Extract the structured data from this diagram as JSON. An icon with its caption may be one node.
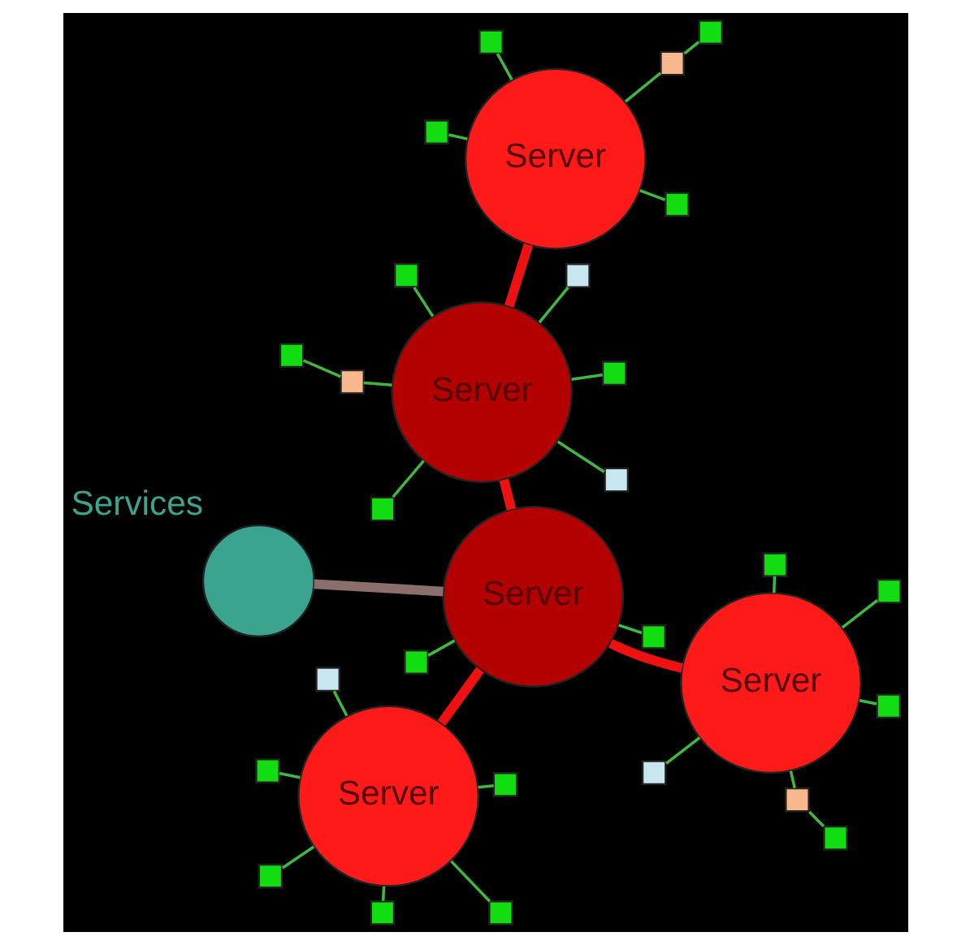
{
  "diagram": {
    "nodes": [
      {
        "text": [],
        "shape": "circle",
        "beside": [
          "Services"
        ]
      },
      {
        "text": [
          "Server"
        ]
      },
      {
        "text": [],
        "shape": "box"
      },
      {
        "text": [],
        "shape": "box"
      },
      {
        "text": [
          "Server"
        ]
      },
      {
        "text": [],
        "shape": "box"
      },
      {
        "text": [],
        "shape": "box"
      },
      {
        "text": [],
        "shape": "box"
      },
      {
        "text": [],
        "shape": "box"
      },
      {
        "text": [],
        "shape": "box"
      },
      {
        "text": [],
        "shape": "box"
      },
      {
        "text": [
          "Server"
        ]
      },
      {
        "text": [],
        "shape": "box"
      },
      {
        "text": [],
        "shape": "box"
      },
      {
        "text": [],
        "shape": "box"
      },
      {
        "text": [],
        "shape": "box"
      },
      {
        "text": [],
        "shape": "box"
      },
      {
        "text": [],
        "shape": "box"
      },
      {
        "text": [
          "Server"
        ]
      },
      {
        "text": [],
        "shape": "box"
      },
      {
        "text": [],
        "shape": "box"
      },
      {
        "text": [],
        "shape": "box"
      },
      {
        "text": [],
        "shape": "box"
      },
      {
        "text": [],
        "shape": "box"
      },
      {
        "text": [],
        "shape": "box"
      },
      {
        "text": [],
        "shape": "box"
      },
      {
        "text": [
          "Server"
        ]
      },
      {
        "text": [],
        "shape": "box"
      },
      {
        "text": [],
        "shape": "box"
      },
      {
        "text": [],
        "shape": "box"
      },
      {
        "text": [],
        "shape": "box"
      },
      {
        "text": [],
        "shape": "box"
      }
    ],
    "edges": [
      {
        "from": 0,
        "to": 1,
        "arrow": "none",
        "style": "thick",
        "color": "#8c6f6a"
      },
      {
        "from": 1,
        "to": 2,
        "arrow": "none"
      },
      {
        "from": 1,
        "to": 3,
        "arrow": "none"
      },
      {
        "from": 1,
        "to": 4,
        "arrow": "none",
        "style": "thick",
        "color": "#ee1111"
      },
      {
        "from": 1,
        "to": 11,
        "arrow": "none",
        "style": "thick",
        "color": "#ee1111"
      },
      {
        "from": 1,
        "to": 18,
        "arrow": "none",
        "style": "thick",
        "color": "#ee1111"
      },
      {
        "from": 4,
        "to": 5,
        "arrow": "none"
      },
      {
        "from": 4,
        "to": 6,
        "arrow": "none"
      },
      {
        "from": 4,
        "to": 7,
        "arrow": "none"
      },
      {
        "from": 4,
        "to": 8,
        "arrow": "none"
      },
      {
        "from": 4,
        "to": 9,
        "arrow": "none"
      },
      {
        "from": 4,
        "to": 10,
        "arrow": "none"
      },
      {
        "from": 11,
        "to": 12,
        "arrow": "none"
      },
      {
        "from": 11,
        "to": 13,
        "arrow": "none"
      },
      {
        "from": 11,
        "to": 14,
        "arrow": "none"
      },
      {
        "from": 11,
        "to": 15,
        "arrow": "none"
      },
      {
        "from": 11,
        "to": 16,
        "arrow": "none"
      },
      {
        "from": 16,
        "to": 17,
        "arrow": "none"
      },
      {
        "from": 18,
        "to": 19,
        "arrow": "none"
      },
      {
        "from": 18,
        "to": 20,
        "arrow": "none"
      },
      {
        "from": 20,
        "to": 21,
        "arrow": "none"
      },
      {
        "from": 18,
        "to": 22,
        "arrow": "none"
      },
      {
        "from": 18,
        "to": 23,
        "arrow": "none"
      },
      {
        "from": 18,
        "to": 24,
        "arrow": "none"
      },
      {
        "from": 18,
        "to": 25,
        "arrow": "none"
      },
      {
        "from": 18,
        "to": 26,
        "arrow": "none",
        "style": "thick",
        "color": "#ee1111"
      },
      {
        "from": 26,
        "to": 27,
        "arrow": "none"
      },
      {
        "from": 26,
        "to": 28,
        "arrow": "none"
      },
      {
        "from": 28,
        "to": 29,
        "arrow": "none"
      },
      {
        "from": 26,
        "to": 30,
        "arrow": "none"
      },
      {
        "from": 26,
        "to": 31,
        "arrow": "none"
      }
    ]
  }
}
